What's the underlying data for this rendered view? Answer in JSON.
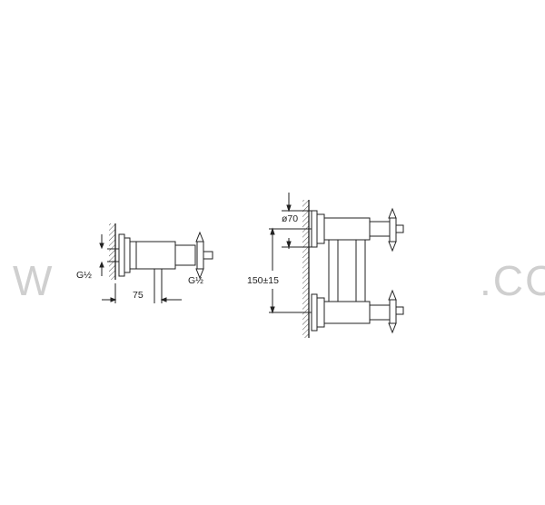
{
  "watermark": {
    "left": "W",
    "right": ".CC"
  },
  "side_view": {
    "thread_left": "G½",
    "thread_right": "G½",
    "offset": "75"
  },
  "front_view": {
    "diameter": "ø70",
    "centers": "150±15"
  }
}
